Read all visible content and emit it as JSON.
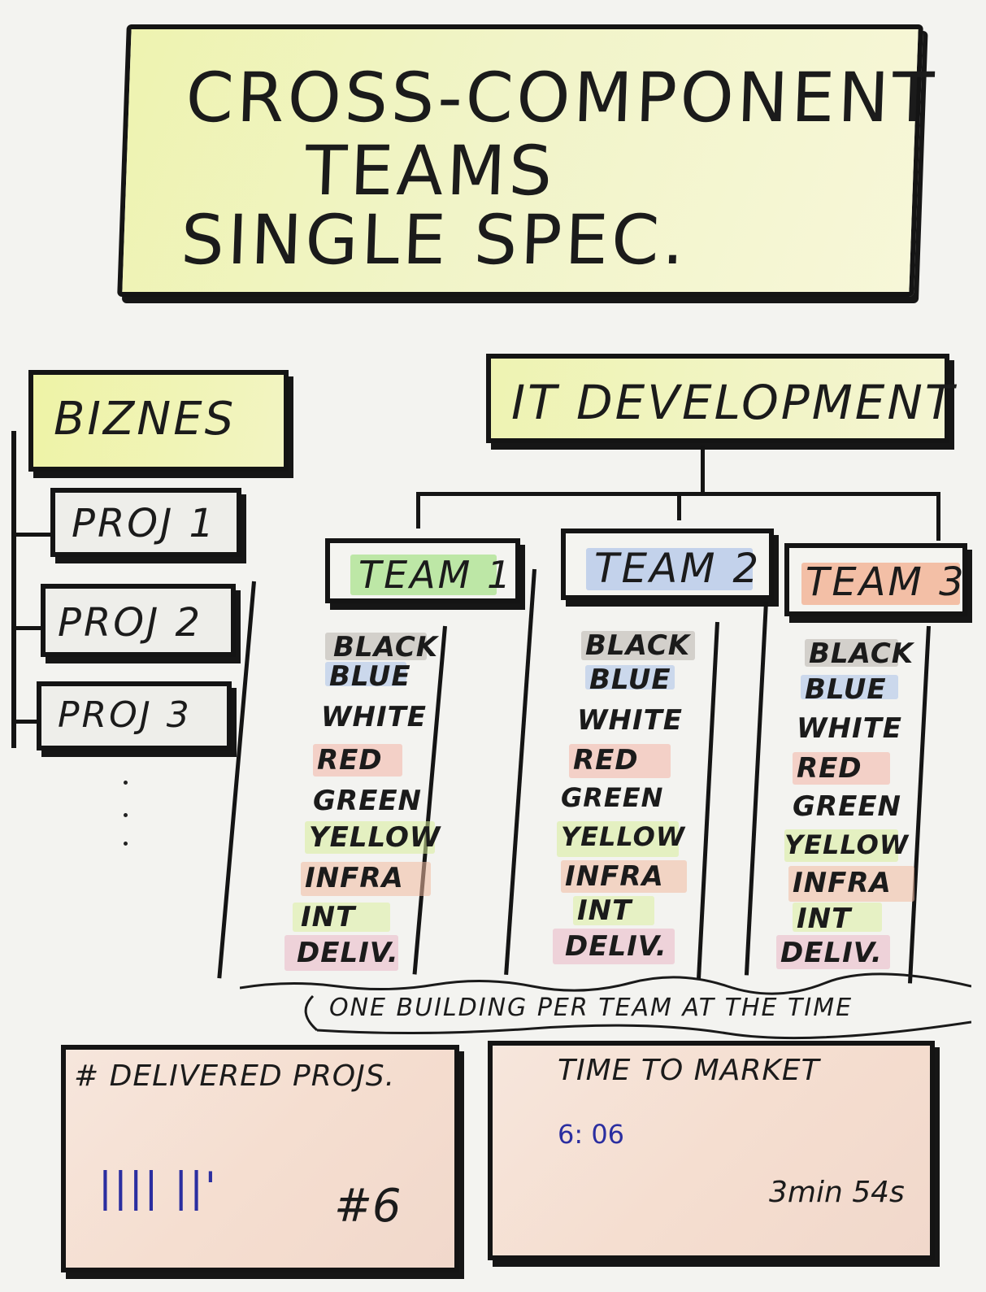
{
  "title": {
    "line1": "CROSS-COMPONENT",
    "line2": "TEAMS",
    "line3": "SINGLE SPEC."
  },
  "business": {
    "label": "BIZNES",
    "projects": [
      "PROJ 1",
      "PROJ 2",
      "PROJ 3"
    ]
  },
  "it": {
    "label": "IT DEVELOPMENT",
    "teams": [
      {
        "name": "TEAM 1",
        "color": "#8fdc6a",
        "items": [
          "BLACK",
          "BLUE",
          "WHITE",
          "RED",
          "GREEN",
          "YELLOW",
          "INFRA",
          "INT",
          "DELIV."
        ]
      },
      {
        "name": "TEAM 2",
        "color": "#9bb7e8",
        "items": [
          "BLACK",
          "BLUE",
          "WHITE",
          "RED",
          "GREEN",
          "YELLOW",
          "INFRA",
          "INT",
          "DELIV."
        ]
      },
      {
        "name": "TEAM 3",
        "color": "#f2936a",
        "items": [
          "BLACK",
          "BLUE",
          "WHITE",
          "RED",
          "GREEN",
          "YELLOW",
          "INFRA",
          "INT",
          "DELIV."
        ]
      }
    ]
  },
  "note": "ONE BUILDING PER TEAM AT THE TIME",
  "metrics": {
    "delivered": {
      "title": "# DELIVERED PROJS.",
      "tally": "|||| ||'",
      "count": "#6"
    },
    "time_to_market": {
      "title": "TIME TO MARKET",
      "first": "6: 06",
      "second": "3min 54s"
    }
  },
  "colors": {
    "black": "#b8b3ad",
    "blue": "#a9c1ea",
    "red": "#f2b2a6",
    "green": "#d7ed9a",
    "yellow": "#eef3a0",
    "infra": "#f1b9a0",
    "int": "#dbefa0",
    "deliv": "#e9b7c6"
  }
}
